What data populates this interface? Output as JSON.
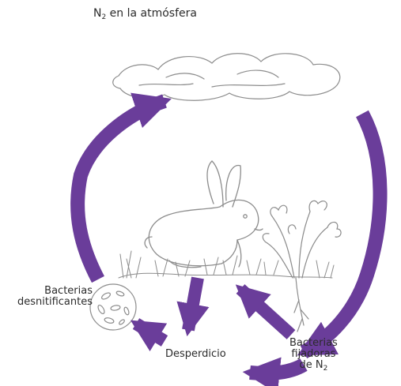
{
  "title": {
    "prefix": "N",
    "subscript": "2",
    "suffix": " en la atmósfera"
  },
  "labels": {
    "denitrifying": {
      "line1": "Bacterias",
      "line2": "desnitificantes"
    },
    "waste": "Desperdicio",
    "fixing": {
      "line1": "Bacterias",
      "line2": "fijadoras",
      "line3_prefix": "de N",
      "line3_sub": "2"
    }
  },
  "colors": {
    "arrow": "#6a3d9a",
    "sketch": "#8c8c8c",
    "text": "#2b2b2b",
    "background": "#ffffff"
  }
}
